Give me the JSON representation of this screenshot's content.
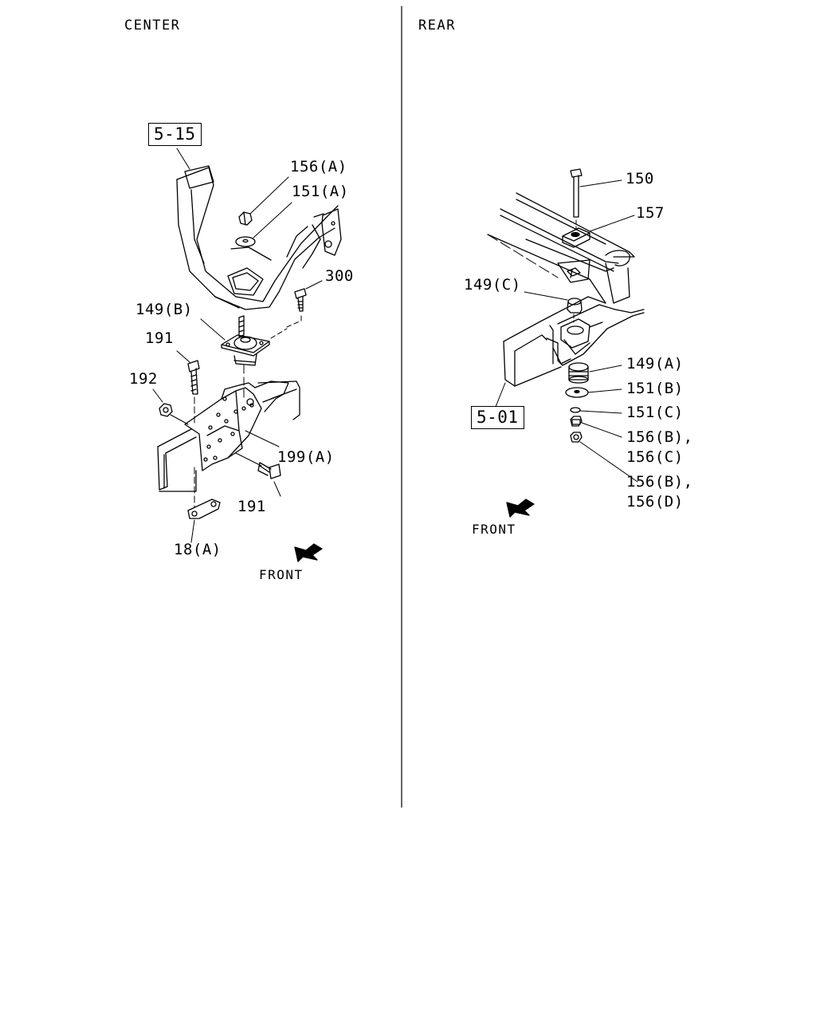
{
  "sections": {
    "center": {
      "title": "CENTER"
    },
    "rear": {
      "title": "REAR"
    }
  },
  "refs": {
    "center_ref": "5-15",
    "rear_ref": "5-01"
  },
  "front_label": "FRONT",
  "center_labels": {
    "p156a": "156(A)",
    "p151a": "151(A)",
    "p300": "300",
    "p149b": "149(B)",
    "p191_top": "191",
    "p192": "192",
    "p199a": "199(A)",
    "p191_bottom": "191",
    "p18a": "18(A)"
  },
  "rear_labels": {
    "p150": "150",
    "p157": "157",
    "p149c": "149(C)",
    "p149a": "149(A)",
    "p151b": "151(B)",
    "p151c": "151(C)",
    "p156b_1": "156(B),",
    "p156c": "156(C)",
    "p156b_2": "156(B),",
    "p156d": "156(D)"
  },
  "icons": {
    "front_arrow": "front-arrow-icon"
  },
  "colors": {
    "ink": "#000000",
    "paper": "#ffffff"
  }
}
